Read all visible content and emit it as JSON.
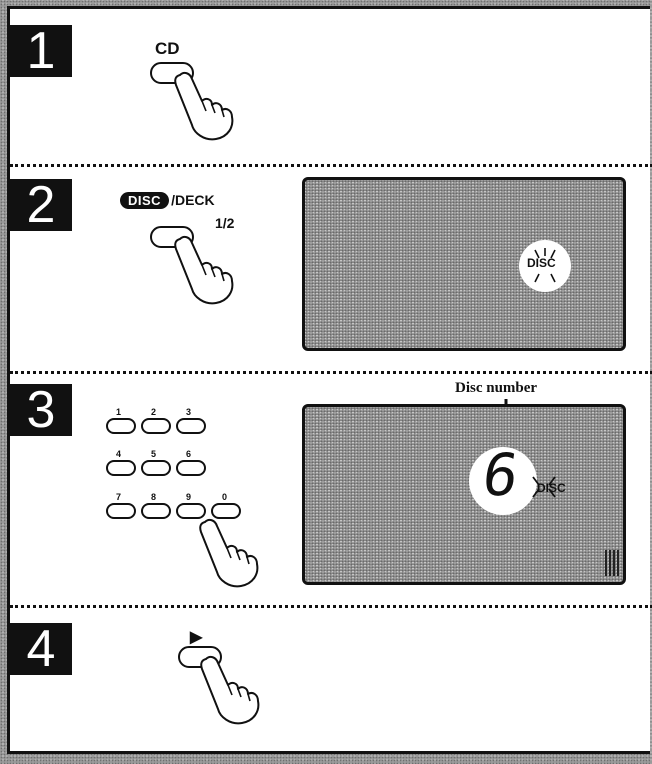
{
  "steps": [
    {
      "number": "1",
      "button_label": "CD"
    },
    {
      "number": "2",
      "disc_pill": "DISC",
      "button_label_a": "/DECK",
      "button_label_b": "1/2",
      "display_indicator": "DISC"
    },
    {
      "number": "3",
      "keypad": [
        "1",
        "2",
        "3",
        "4",
        "5",
        "6",
        "7",
        "8",
        "9",
        "0"
      ],
      "callout": "Disc number",
      "display_digit": "6",
      "display_indicator": "DISC"
    },
    {
      "number": "4",
      "button_label": "▶"
    }
  ]
}
